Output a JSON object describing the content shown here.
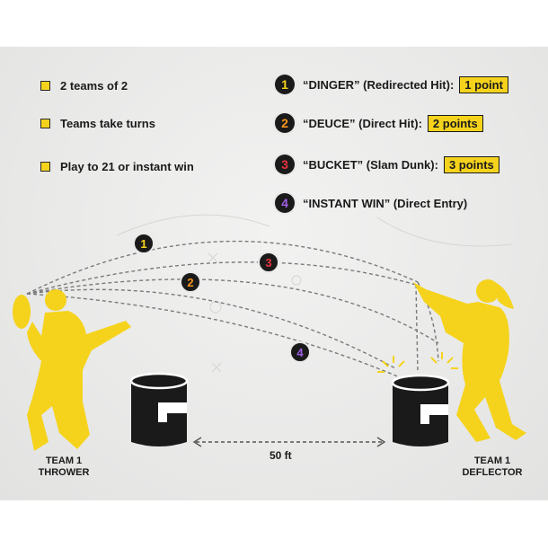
{
  "rules": [
    {
      "label": "2 teams of 2"
    },
    {
      "label": "Teams take turns"
    },
    {
      "label": "Play to 21 or instant win"
    }
  ],
  "scoring": [
    {
      "number": "1",
      "name": "“DINGER” (Redirected Hit):",
      "points": "1 point",
      "color": "#f5d31c"
    },
    {
      "number": "2",
      "name": "“DEUCE” (Direct Hit):",
      "points": "2 points",
      "color": "#f7941d"
    },
    {
      "number": "3",
      "name": "“BUCKET” (Slam Dunk):",
      "points": "3 points",
      "color": "#e8323c"
    },
    {
      "number": "4",
      "name": "“INSTANT WIN” (Direct Entry)",
      "points": "",
      "color": "#a05ee6"
    }
  ],
  "field": {
    "distance": "50 ft",
    "thrower_label_1": "TEAM 1",
    "thrower_label_2": "THROWER",
    "deflector_label_1": "TEAM 1",
    "deflector_label_2": "DEFLECTOR"
  },
  "colors": {
    "accent": "#f5d31c",
    "dark": "#1a1a1a"
  }
}
